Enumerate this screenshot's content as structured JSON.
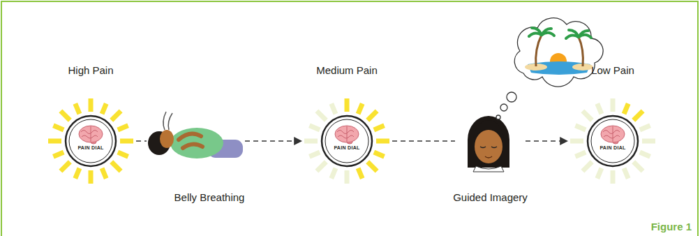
{
  "diagram": {
    "caption": "Figure 1",
    "nodes": [
      {
        "text": [
          "High Pain",
          "PAIN DIAL"
        ]
      },
      {
        "text": [
          "Belly Breathing"
        ]
      },
      {
        "text": [
          "Medium Pain",
          "PAIN DIAL"
        ]
      },
      {
        "text": [
          "Guided Imagery"
        ]
      },
      {
        "text": [
          "Low Pain",
          "PAIN DIAL"
        ]
      }
    ],
    "edges": [
      {
        "from": 0,
        "to": 1,
        "arrow": "none"
      },
      {
        "from": 1,
        "to": 2,
        "arrow": "to"
      },
      {
        "from": 2,
        "to": 3,
        "arrow": "none"
      },
      {
        "from": 3,
        "to": 4,
        "arrow": "to"
      }
    ]
  }
}
